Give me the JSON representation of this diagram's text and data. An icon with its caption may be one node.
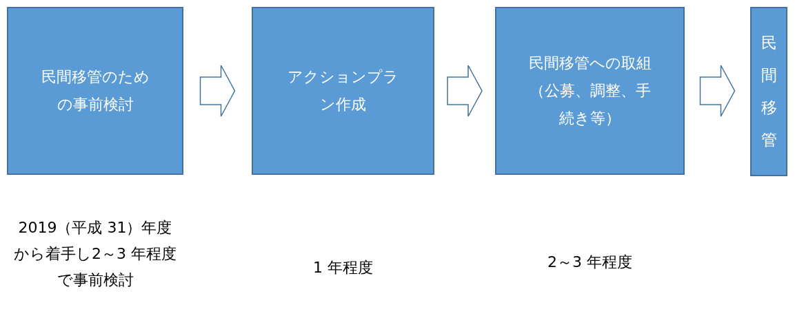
{
  "diagram": {
    "nodes": [
      {
        "text": [
          "民間移管のための事前検討"
        ],
        "beside": [
          "2019（平成 31）年度から着手し2～3 年程度で事前検討"
        ]
      },
      {
        "text": [
          "アクションプラン作成"
        ]
      },
      {
        "text": [
          "民間移管への取組（公募、調整、手続き等）"
        ]
      },
      {
        "text": [
          "民間移管"
        ]
      }
    ],
    "edges": [
      {
        "from": 0,
        "to": 1,
        "arrow": "to"
      },
      {
        "from": 1,
        "to": 2,
        "arrow": "to"
      },
      {
        "from": 2,
        "to": 3,
        "arrow": "to"
      }
    ],
    "labels": [
      "1 年程度",
      "2～3 年程度"
    ]
  }
}
